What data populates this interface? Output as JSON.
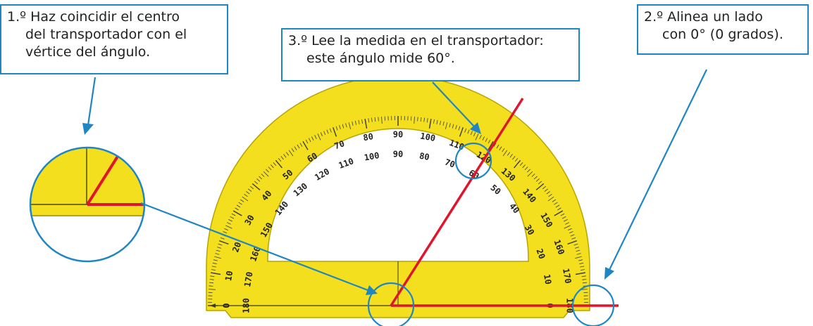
{
  "callouts": {
    "step1": {
      "lines": [
        "1.º Haz coincidir el centro",
        "del transportador con el",
        "vértice del ángulo."
      ]
    },
    "step2": {
      "lines": [
        "2.º Alinea un lado",
        "con 0° (0 grados)."
      ]
    },
    "step3": {
      "lines": [
        "3.º Lee la medida en el transportador:",
        "este ángulo mide 60°."
      ]
    }
  },
  "protractor": {
    "outer_scale_labels": [
      "0",
      "10",
      "20",
      "30",
      "40",
      "50",
      "60",
      "70",
      "80",
      "90",
      "100",
      "110",
      "120",
      "130",
      "140",
      "150",
      "160",
      "170",
      "180"
    ],
    "inner_scale_labels": [
      "180",
      "170",
      "160",
      "150",
      "140",
      "130",
      "120",
      "110",
      "100",
      "90",
      "80",
      "70",
      "60",
      "50",
      "40",
      "30",
      "20",
      "10",
      "0"
    ],
    "measured_angle_deg": 60
  },
  "colors": {
    "protractor_fill": "#f3df1d",
    "protractor_stroke": "#b8a300",
    "angle_lines": "#e0142b",
    "callout_border": "#1f86c4",
    "arrow": "#1f86c4",
    "text": "#222222"
  },
  "icons": {
    "magnifier": "zoom-circle-icon",
    "protractor": "protractor-icon",
    "arrows": "pointer-arrow-icon"
  }
}
